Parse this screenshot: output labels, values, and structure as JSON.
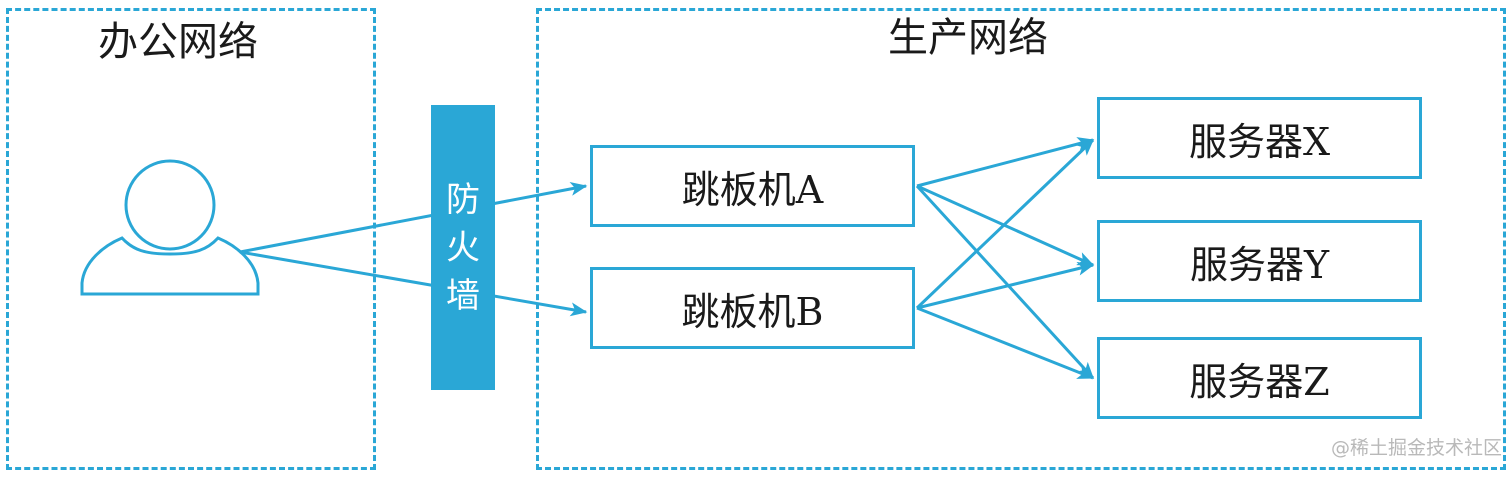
{
  "zones": {
    "office": {
      "title": "办公网络"
    },
    "production": {
      "title": "生产网络"
    }
  },
  "firewall": {
    "label": "防火墙"
  },
  "jump_hosts": {
    "a": "跳板机A",
    "b": "跳板机B"
  },
  "servers": {
    "x": "服务器X",
    "y": "服务器Y",
    "z": "服务器Z"
  },
  "watermark": "@稀土掘金技术社区",
  "colors": {
    "accent": "#2aa7d6",
    "text": "#1a1a1a",
    "watermark": "#b9b9b9"
  },
  "icons": {
    "user": "user-icon"
  }
}
